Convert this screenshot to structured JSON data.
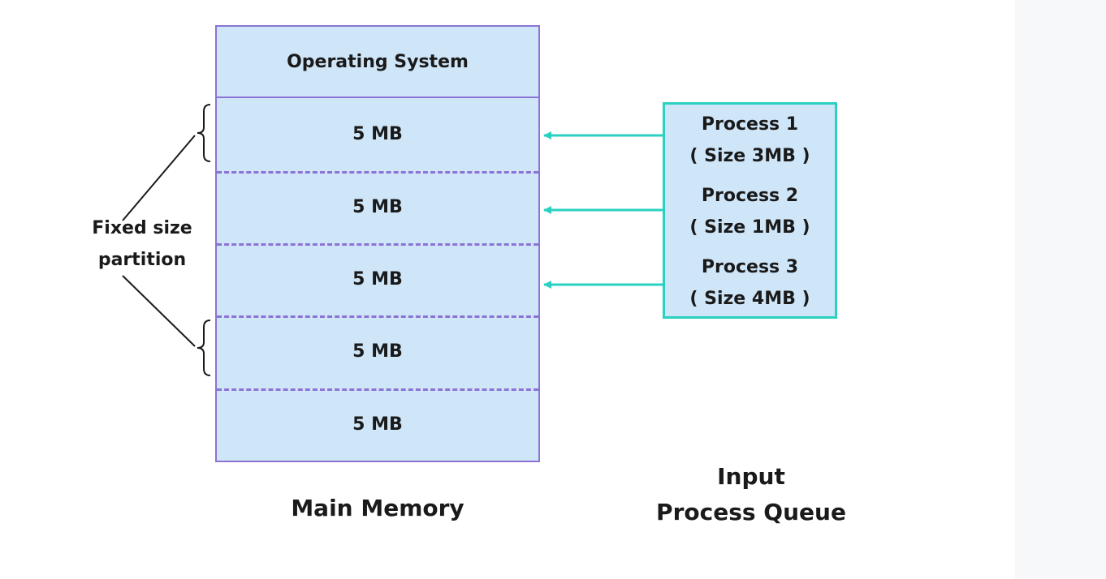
{
  "memory": {
    "os_label": "Operating System",
    "partitions": [
      "5 MB",
      "5 MB",
      "5 MB",
      "5 MB",
      "5 MB"
    ],
    "caption": "Main Memory"
  },
  "left_label": {
    "line1": "Fixed size",
    "line2": "partition"
  },
  "queue": {
    "processes": [
      {
        "name": "Process 1",
        "size": "( Size 3MB )"
      },
      {
        "name": "Process 2",
        "size": "( Size 1MB )"
      },
      {
        "name": "Process 3",
        "size": "( Size 4MB )"
      }
    ],
    "caption_line1": "Input",
    "caption_line2": "Process Queue"
  },
  "colors": {
    "memory_fill": "#cfe6f9",
    "memory_border": "#8c73d6",
    "queue_border": "#2ad0c0",
    "arrow": "#2ad0c0"
  }
}
